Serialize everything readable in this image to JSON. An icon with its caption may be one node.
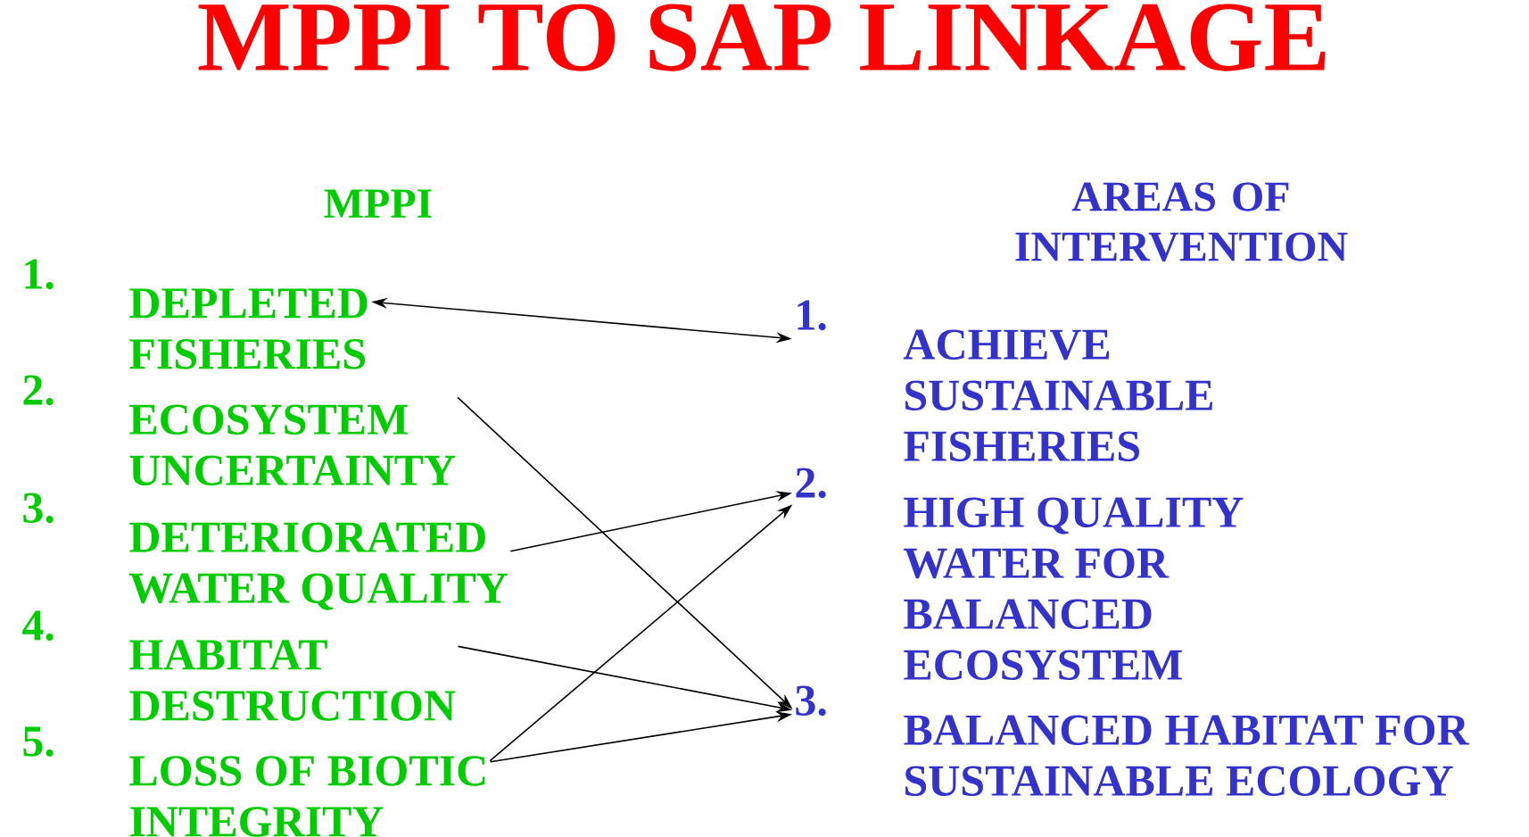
{
  "diagram": {
    "title": "MPPI TO SAP LINKAGE",
    "nodes": [
      {
        "text": [
          "1.",
          "DEPLETED FISHERIES"
        ]
      },
      {
        "text": [
          "2.",
          "ECOSYSTEM UNCERTAINTY"
        ]
      },
      {
        "text": [
          "3.",
          "DETERIORATED WATER QUALITY"
        ]
      },
      {
        "text": [
          "4.",
          "HABITAT DESTRUCTION"
        ]
      },
      {
        "text": [
          "5.",
          "LOSS OF BIOTIC INTEGRITY"
        ]
      },
      {
        "text": [
          "1.",
          "ACHIEVE SUSTAINABLE FISHERIES"
        ]
      },
      {
        "text": [
          "2.",
          "HIGH QUALITY WATER FOR BALANCED ECOSYSTEM"
        ]
      },
      {
        "text": [
          "3.",
          "BALANCED HABITAT FOR SUSTAINABLE ECOLOGY"
        ]
      }
    ],
    "edges": [
      {
        "from": 0,
        "to": 5,
        "arrow": "both"
      },
      {
        "from": 1,
        "to": 7,
        "arrow": "to"
      },
      {
        "from": 2,
        "to": 6,
        "arrow": "to"
      },
      {
        "from": 3,
        "to": 7,
        "arrow": "to"
      },
      {
        "from": 4,
        "to": 6,
        "arrow": "to"
      },
      {
        "from": 4,
        "to": 7,
        "arrow": "to"
      }
    ],
    "labels": [
      "MPPI",
      "AREAS OF INTERVENTION"
    ]
  }
}
